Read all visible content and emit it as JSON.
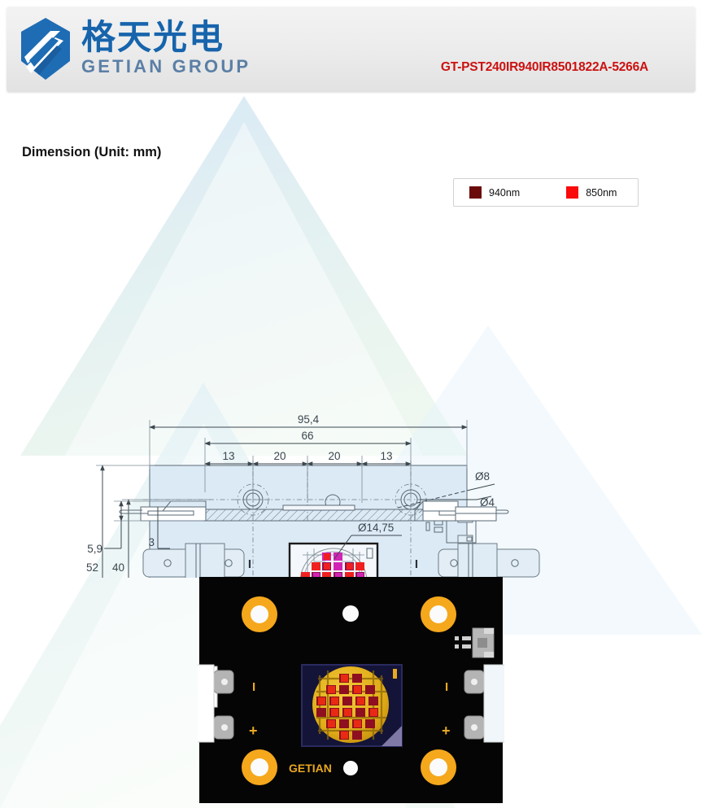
{
  "header": {
    "logo_cn": "格天光电",
    "logo_en": "GETIAN GROUP",
    "logo_icon": "getian-hexagon-logo",
    "part_number": "GT-PST240IR940IR8501822A-5266A",
    "part_number_color": "#cc1111"
  },
  "section": {
    "title": "Dimension (Unit: mm)"
  },
  "legend": {
    "items": [
      {
        "label": "940nm",
        "color": "#6b0a0a"
      },
      {
        "label": "850nm",
        "color": "#fa0a0a"
      }
    ]
  },
  "drawing": {
    "view_top": {
      "dimensions": {
        "overall_width": "95,4",
        "hole_span": "66",
        "seg_1": "13",
        "seg_2": "20",
        "seg_3": "20",
        "seg_4": "13",
        "overall_height": "52",
        "inner_height": "40"
      },
      "callouts": {
        "hole_outer": "Ø8",
        "hole_inner": "Ø4",
        "emitter_diameter": "Ø14,75"
      },
      "silkscreen": {
        "brand": "GETIAN",
        "polarity_negative": "I",
        "polarity_positive": "+"
      }
    },
    "view_side": {
      "dimensions": {
        "total_thickness": "5,9",
        "board_thickness": "3"
      }
    }
  },
  "photo": {
    "board_color": "#000000",
    "pad_color": "#f5a81c",
    "silkscreen_brand": "GETIAN",
    "polarity_negative": "I",
    "polarity_positive": "+",
    "emitter_substrate_color": "#e8b820",
    "die_colors": [
      "#e82a14",
      "#8e0f20"
    ]
  }
}
